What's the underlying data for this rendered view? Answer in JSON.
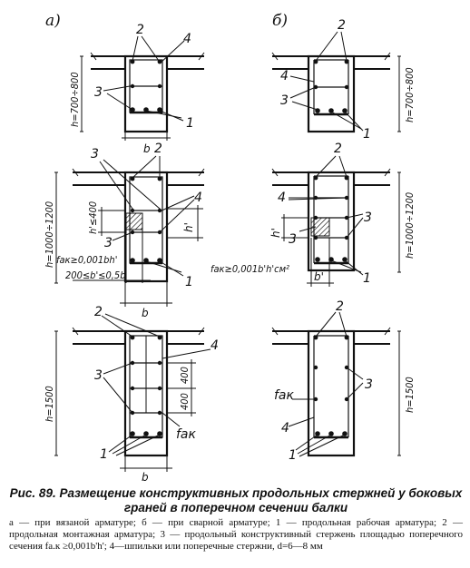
{
  "panels": {
    "a": "а)",
    "b": "б)"
  },
  "callouts": {
    "n1": "1",
    "n2": "2",
    "n3": "3",
    "n4": "4"
  },
  "dimensions": {
    "b": "b",
    "b_prime": "b'",
    "h_prime": "h'",
    "h_700_800": "h=700÷800",
    "h_1000_1200": "h=1000÷1200",
    "h_1500": "h=1500",
    "h_le_400": "h'≤400",
    "fak_ge_a": "fак≥0,001bh'",
    "b_range": "200≤b'≤0,5b",
    "fak_ge_b": "fак≥0,001b'h'см²",
    "d400_top": "400",
    "d400_bottom": "400",
    "fak": "fак"
  },
  "caption": {
    "title": "Рис. 89. Размещение конструктивных продольных стержней у боковых граней в поперечном сечении балки",
    "legend": "а — при вязаной арматуре; б — при сварной арматуре; 1 — продольная рабочая арматура; 2 — продольная монтажная арматура; 3 — продольный конструктивный стержень площадью поперечного сечения fа.к ≥0,001b'h'; 4—шпильки или поперечные стержни, d=6—8 мм"
  }
}
